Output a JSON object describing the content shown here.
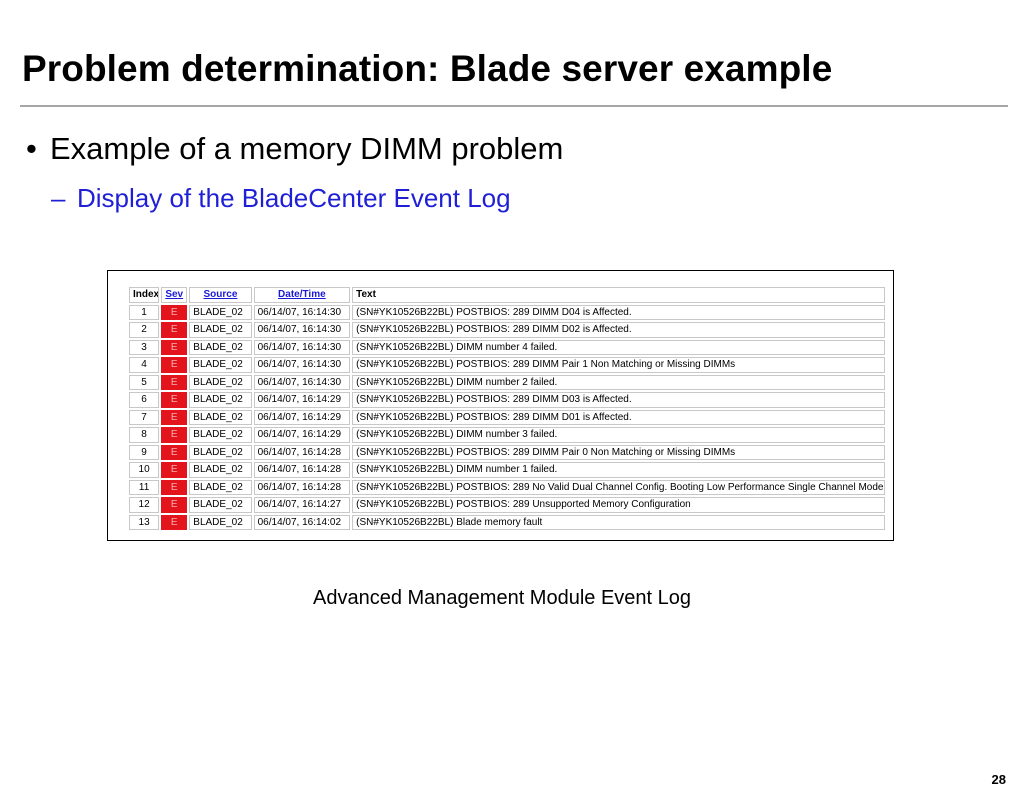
{
  "slide": {
    "title": "Problem determination: Blade server example",
    "bullet": "Example of a memory DIMM problem",
    "bullet_marker": "•",
    "sub_bullet": "Display of the BladeCenter Event Log",
    "sub_bullet_marker": "–",
    "caption": "Advanced Management Module Event Log",
    "page_number": "28"
  },
  "event_log": {
    "columns": {
      "index": "Index",
      "sev": "Sev",
      "source": "Source",
      "datetime": "Date/Time",
      "text": "Text"
    },
    "colors": {
      "sev_error": "#e3141b",
      "link": "#1a1ad6"
    },
    "rows": [
      {
        "index": "1",
        "sev": "E",
        "source": "BLADE_02",
        "datetime": "06/14/07, 16:14:30",
        "text": "(SN#YK10526B22BL) POSTBIOS: 289 DIMM D04 is Affected."
      },
      {
        "index": "2",
        "sev": "E",
        "source": "BLADE_02",
        "datetime": "06/14/07, 16:14:30",
        "text": "(SN#YK10526B22BL) POSTBIOS: 289 DIMM D02 is Affected."
      },
      {
        "index": "3",
        "sev": "E",
        "source": "BLADE_02",
        "datetime": "06/14/07, 16:14:30",
        "text": "(SN#YK10526B22BL) DIMM number 4 failed."
      },
      {
        "index": "4",
        "sev": "E",
        "source": "BLADE_02",
        "datetime": "06/14/07, 16:14:30",
        "text": "(SN#YK10526B22BL) POSTBIOS: 289 DIMM Pair 1 Non Matching or Missing DIMMs"
      },
      {
        "index": "5",
        "sev": "E",
        "source": "BLADE_02",
        "datetime": "06/14/07, 16:14:30",
        "text": "(SN#YK10526B22BL) DIMM number 2 failed."
      },
      {
        "index": "6",
        "sev": "E",
        "source": "BLADE_02",
        "datetime": "06/14/07, 16:14:29",
        "text": "(SN#YK10526B22BL) POSTBIOS: 289 DIMM D03 is Affected."
      },
      {
        "index": "7",
        "sev": "E",
        "source": "BLADE_02",
        "datetime": "06/14/07, 16:14:29",
        "text": "(SN#YK10526B22BL) POSTBIOS: 289 DIMM D01 is Affected."
      },
      {
        "index": "8",
        "sev": "E",
        "source": "BLADE_02",
        "datetime": "06/14/07, 16:14:29",
        "text": "(SN#YK10526B22BL) DIMM number 3 failed."
      },
      {
        "index": "9",
        "sev": "E",
        "source": "BLADE_02",
        "datetime": "06/14/07, 16:14:28",
        "text": "(SN#YK10526B22BL) POSTBIOS: 289 DIMM Pair 0 Non Matching or Missing DIMMs"
      },
      {
        "index": "10",
        "sev": "E",
        "source": "BLADE_02",
        "datetime": "06/14/07, 16:14:28",
        "text": "(SN#YK10526B22BL) DIMM number 1 failed."
      },
      {
        "index": "11",
        "sev": "E",
        "source": "BLADE_02",
        "datetime": "06/14/07, 16:14:28",
        "text": "(SN#YK10526B22BL) POSTBIOS: 289 No Valid Dual Channel Config. Booting Low Performance Single Channel Mode"
      },
      {
        "index": "12",
        "sev": "E",
        "source": "BLADE_02",
        "datetime": "06/14/07, 16:14:27",
        "text": "(SN#YK10526B22BL) POSTBIOS: 289 Unsupported Memory Configuration"
      },
      {
        "index": "13",
        "sev": "E",
        "source": "BLADE_02",
        "datetime": "06/14/07, 16:14:02",
        "text": "(SN#YK10526B22BL) Blade memory fault"
      }
    ]
  }
}
